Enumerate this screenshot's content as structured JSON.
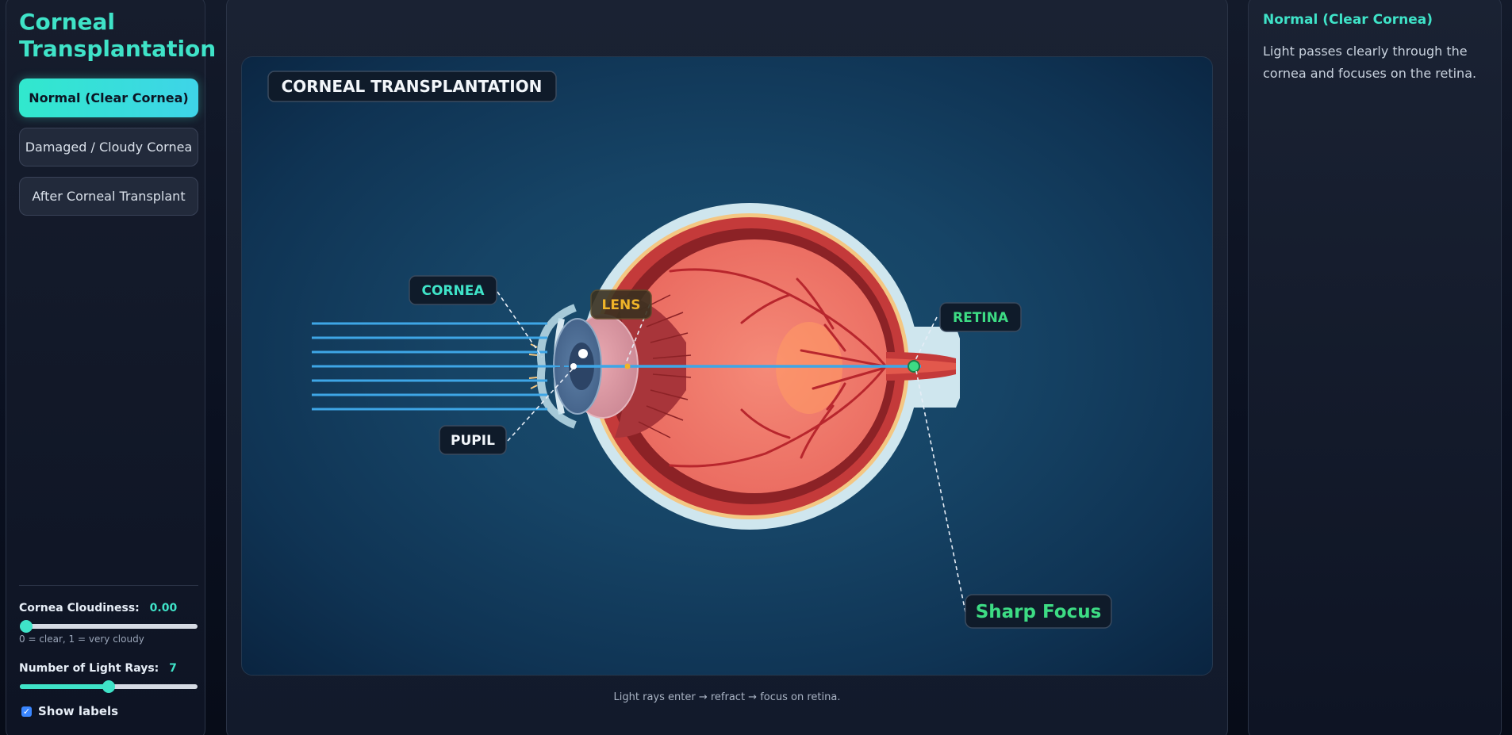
{
  "app": {
    "title": "Corneal Transplantation"
  },
  "modes": [
    {
      "label": "Normal (Clear Cornea)",
      "active": true
    },
    {
      "label": "Damaged / Cloudy Cornea",
      "active": false
    },
    {
      "label": "After Corneal Transplant",
      "active": false
    }
  ],
  "controls": {
    "cloudiness": {
      "label": "Cornea Cloudiness:",
      "value": "0.00",
      "min": 0,
      "max": 1,
      "current": 0,
      "hint": "0 = clear, 1 = very cloudy"
    },
    "rays": {
      "label": "Number of Light Rays:",
      "value": "7",
      "min": 1,
      "max": 13,
      "current": 7
    },
    "show_labels": {
      "label": "Show labels",
      "checked": true,
      "check_glyph": "✓"
    }
  },
  "diagram": {
    "title": "CORNEAL TRANSPLANTATION",
    "labels": {
      "cornea": "CORNEA",
      "lens": "LENS",
      "pupil": "PUPIL",
      "retina": "RETINA",
      "focus": "Sharp Focus"
    },
    "caption": "Light rays enter → refract → focus on retina."
  },
  "info": {
    "title": "Normal (Clear Cornea)",
    "text": "Light passes clearly through the cornea and focuses on the retina."
  },
  "colors": {
    "accent": "#3fe3c8",
    "ray": "#3ea6e6",
    "lens_label": "#f0b429",
    "retina_label": "#3ddc84",
    "focus_point": "#3ddc84"
  },
  "icons": {
    "checkbox": "check-icon"
  }
}
